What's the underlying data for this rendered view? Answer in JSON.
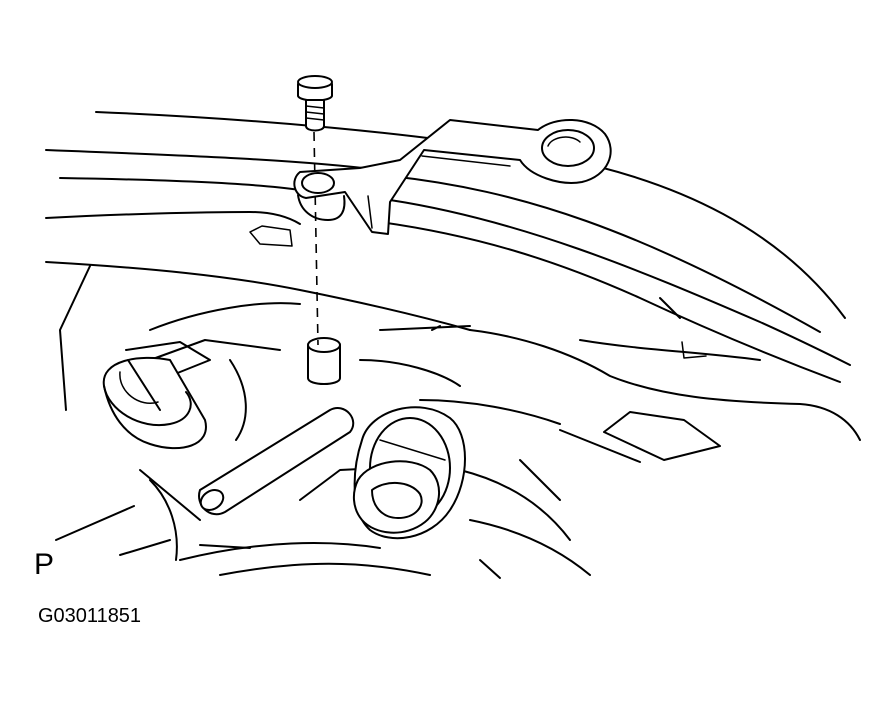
{
  "figure": {
    "view_letter": "P",
    "figure_code": "G03011851"
  },
  "parts": [
    "bolt",
    "bracket",
    "locating-pin",
    "transmission-case"
  ],
  "colors": {
    "line": "#000000",
    "background": "#ffffff"
  }
}
